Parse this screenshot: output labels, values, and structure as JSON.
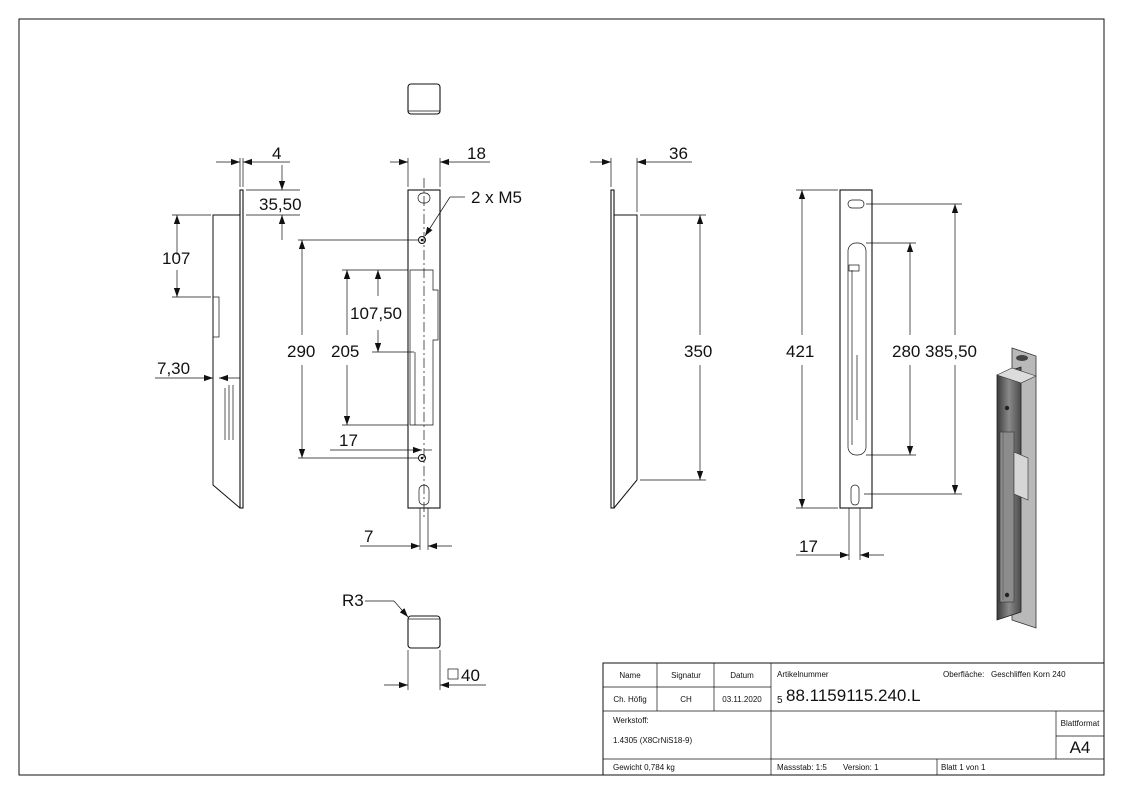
{
  "dimensions": {
    "d4": "4",
    "d35_50": "35,50",
    "d107": "107",
    "d7_30": "7,30",
    "d18": "18",
    "d2xM5": "2 x M5",
    "d290": "290",
    "d205": "205",
    "d107_50": "107,50",
    "d17a": "17",
    "d7": "7",
    "d36": "36",
    "d350": "350",
    "d421": "421",
    "d280": "280",
    "d385_50": "385,50",
    "d17b": "17",
    "dR3": "R3",
    "d40": "40"
  },
  "title_block": {
    "header_name": "Name",
    "header_signatur": "Signatur",
    "header_datum": "Datum",
    "name": "Ch. Höfig",
    "signatur": "CH",
    "datum": "03.11.2020",
    "artikelnummer_label": "Artikelnummer",
    "artikelnummer_prefix": "5",
    "artikelnummer": "88.1159115.240.L",
    "oberflaeche_label": "Oberfläche:",
    "oberflaeche": "Geschliffen Korn 240",
    "werkstoff_label": "Werkstoff:",
    "werkstoff": "1.4305 (X8CrNiS18-9)",
    "blattformat_label": "Blattformat",
    "blattformat": "A4",
    "gewicht": "Gewicht 0,784 kg",
    "massstab": "Massstab: 1:5",
    "version": "Version: 1",
    "blatt": "Blatt 1 von 1"
  }
}
